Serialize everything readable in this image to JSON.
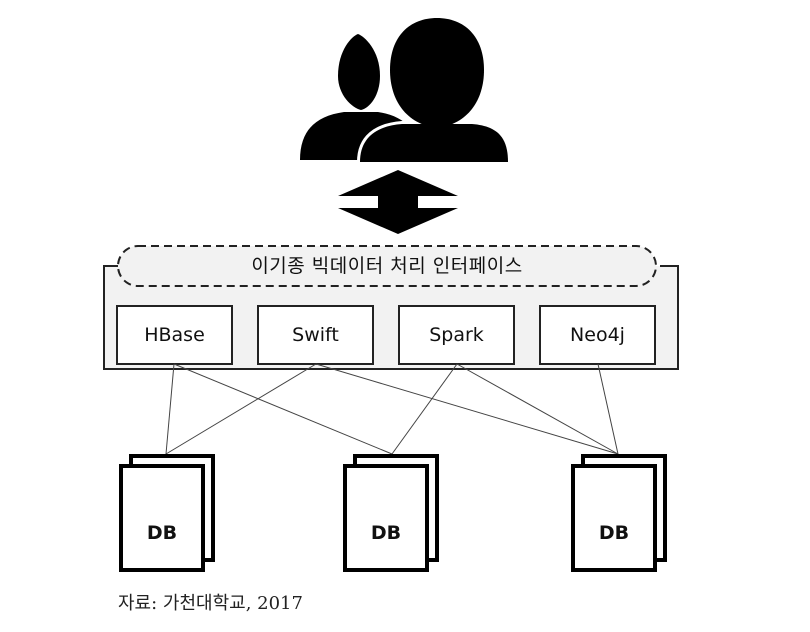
{
  "interface": {
    "title": "이기종 빅데이터 처리 인터페이스"
  },
  "systems": [
    "HBase",
    "Swift",
    "Spark",
    "Neo4j"
  ],
  "databases": [
    "DB",
    "DB",
    "DB"
  ],
  "caption": "자료: 가천대학교, 2017"
}
